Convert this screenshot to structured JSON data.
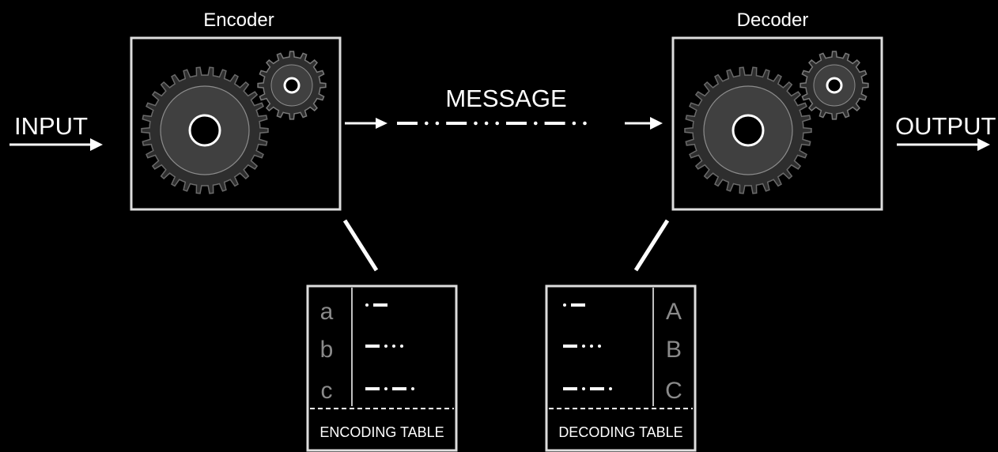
{
  "colors": {
    "background": "#000000",
    "foreground": "#ffffff",
    "gear_outer": "#2e2e2e",
    "gear_inner": "#404040",
    "gear_ring": "#8c8c8c",
    "table_letters": "#8a8a8a"
  },
  "input_label": "INPUT",
  "output_label": "OUTPUT",
  "message_label": "MESSAGE",
  "encoder": {
    "title": "Encoder",
    "icon": "gears-icon"
  },
  "decoder": {
    "title": "Decoder",
    "icon": "gears-icon"
  },
  "encoding_table": {
    "caption": "ENCODING TABLE",
    "rows": [
      {
        "letter": "a",
        "code": ".-"
      },
      {
        "letter": "b",
        "code": "-..."
      },
      {
        "letter": "c",
        "code": "-.-."
      }
    ]
  },
  "decoding_table": {
    "caption": "DECODING TABLE",
    "rows": [
      {
        "letter": "A",
        "code": ".-"
      },
      {
        "letter": "B",
        "code": "-..."
      },
      {
        "letter": "C",
        "code": "-.-."
      }
    ]
  },
  "message_signal": "-..-...-.-.."
}
